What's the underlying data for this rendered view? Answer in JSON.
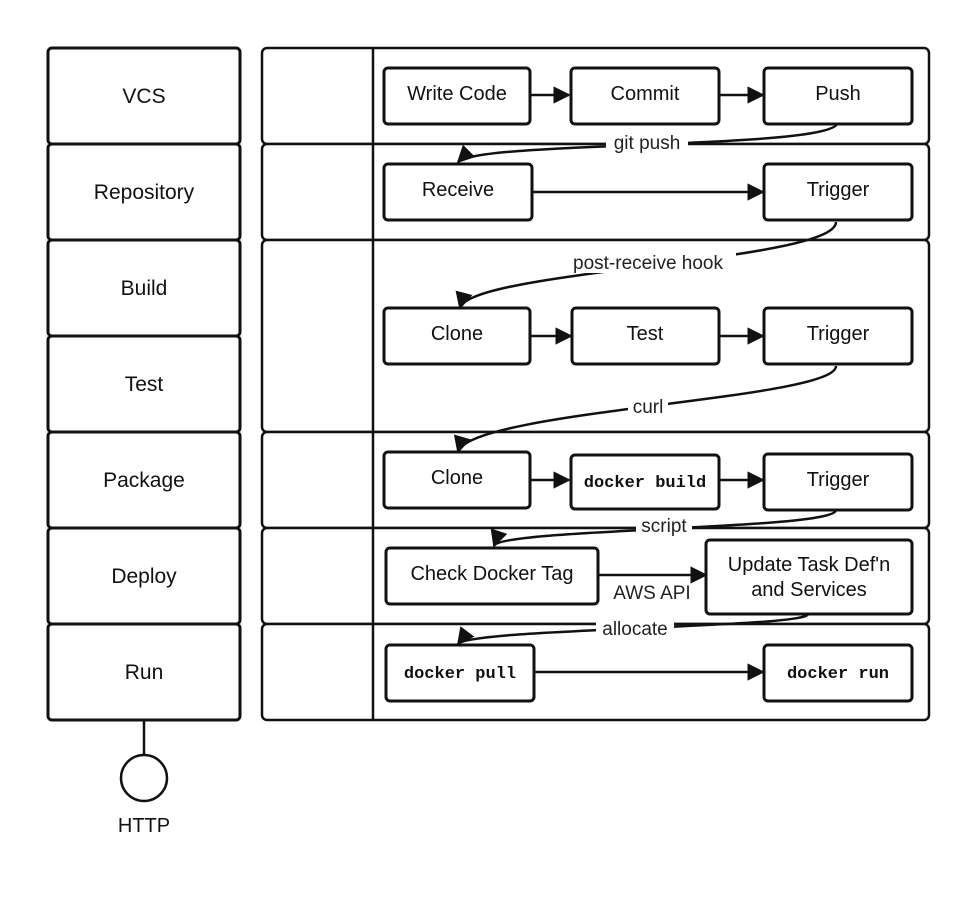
{
  "stages": [
    "VCS",
    "Repository",
    "Build",
    "Test",
    "Package",
    "Deploy",
    "Run"
  ],
  "nodes": {
    "write_code": "Write Code",
    "commit": "Commit",
    "push": "Push",
    "receive": "Receive",
    "trigger_repo": "Trigger",
    "clone_build": "Clone",
    "test": "Test",
    "trigger_build": "Trigger",
    "clone_package": "Clone",
    "docker_build": "docker build",
    "trigger_package": "Trigger",
    "check_docker_tag": "Check Docker Tag",
    "update_task_line1": "Update Task Def'n",
    "update_task_line2": "and Services",
    "docker_pull": "docker pull",
    "docker_run": "docker run"
  },
  "edges": {
    "git_push": "git push",
    "post_receive_hook": "post-receive hook",
    "curl": "curl",
    "script": "script",
    "aws_api": "AWS API",
    "allocate": "allocate"
  },
  "endpoint": {
    "label": "HTTP"
  }
}
